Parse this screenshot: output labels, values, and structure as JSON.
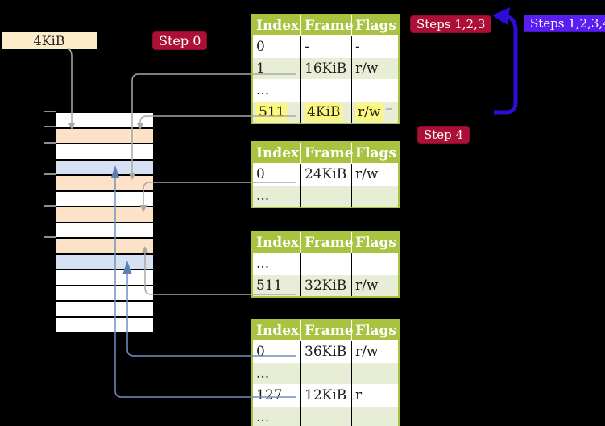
{
  "frame_label": "4KiB",
  "badges": {
    "step0": "Step 0",
    "steps123": "Steps 1,2,3",
    "steps1234": "Steps 1,2,3,4",
    "step4": "Step 4"
  },
  "memory_stack": {
    "cell_colors": [
      "white",
      "peach",
      "white",
      "blue",
      "peach",
      "white",
      "peach",
      "white",
      "peach",
      "blue",
      "white",
      "white",
      "white",
      "white"
    ]
  },
  "page_tables": [
    {
      "id": "level-1",
      "headers": [
        "Index",
        "Frame",
        "Flags"
      ],
      "rows": [
        {
          "index": "0",
          "frame": "-",
          "flags": "-"
        },
        {
          "index": "1",
          "frame": "16KiB",
          "flags": "r/w"
        },
        {
          "index": "...",
          "frame": "",
          "flags": ""
        },
        {
          "index": "511",
          "frame": "4KiB",
          "flags": "r/w",
          "highlight": true
        }
      ]
    },
    {
      "id": "level-2",
      "headers": [
        "Index",
        "Frame",
        "Flags"
      ],
      "rows": [
        {
          "index": "0",
          "frame": "24KiB",
          "flags": "r/w"
        },
        {
          "index": "...",
          "frame": "",
          "flags": ""
        }
      ]
    },
    {
      "id": "level-3",
      "headers": [
        "Index",
        "Frame",
        "Flags"
      ],
      "rows": [
        {
          "index": "...",
          "frame": "",
          "flags": ""
        },
        {
          "index": "511",
          "frame": "32KiB",
          "flags": "r/w"
        }
      ]
    },
    {
      "id": "level-4",
      "headers": [
        "Index",
        "Frame",
        "Flags"
      ],
      "rows": [
        {
          "index": "0",
          "frame": "36KiB",
          "flags": "r/w"
        },
        {
          "index": "...",
          "frame": "",
          "flags": ""
        },
        {
          "index": "127",
          "frame": "12KiB",
          "flags": "r"
        },
        {
          "index": "...",
          "frame": "",
          "flags": ""
        }
      ]
    }
  ],
  "colors": {
    "background": "#000000",
    "table_header_green": "#a9c23f",
    "table_row_green": "#e8eed6",
    "highlight_yellow": "#fcf87d",
    "badge_red": "#ad1036",
    "badge_violet": "#5a1ff0",
    "big_arrow_blue": "#2e0cd6",
    "frame_label_wheat": "#fcecc9",
    "stack_peach": "#fce3c7",
    "stack_blue": "#d6e2f3",
    "gray_connector": "#a8a8a8",
    "blue_connector": "#7191c1"
  }
}
